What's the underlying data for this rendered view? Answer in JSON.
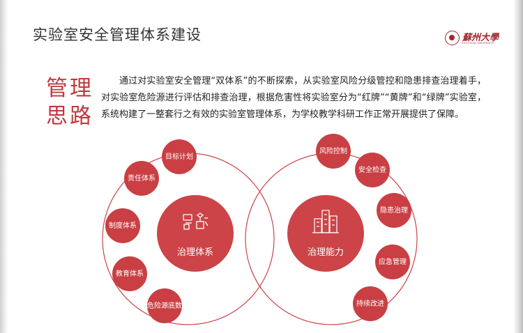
{
  "slide": {
    "title": "实验室安全管理体系建设",
    "logo_text": "蘇州大學",
    "logo_sub": "SOOCHOW UNIVERSITY",
    "side_title_line1": "管理",
    "side_title_line2": "思路",
    "paragraph": "通过对实验室安全管理“双体系”的不断探索，从实验室风险分级管控和隐患排查治理着手，对实验室危险源进行评估和排查治理，根据危害性将实验室分为“红牌”“黄牌”和“绿牌”实验室，系统构建了一整套行之有效的实验室管理体系，为学校教学科研工作正常开展提供了保障。"
  },
  "diagram": {
    "left": {
      "center_label": "治理体系",
      "center_icon": "governance-system-icon",
      "nodes": [
        "目标计划",
        "责任体系",
        "制度体系",
        "教育体系",
        "危险源底数"
      ]
    },
    "right": {
      "center_label": "治理能力",
      "center_icon": "buildings-icon",
      "nodes": [
        "风险控制",
        "安全检查",
        "隐患治理",
        "应急管理",
        "持续改进"
      ]
    },
    "colors": {
      "accent": "#c0393d",
      "circle_fill": "#cc4448",
      "node_fill": "#c93f43",
      "ring_stroke": "#cc4448"
    }
  }
}
